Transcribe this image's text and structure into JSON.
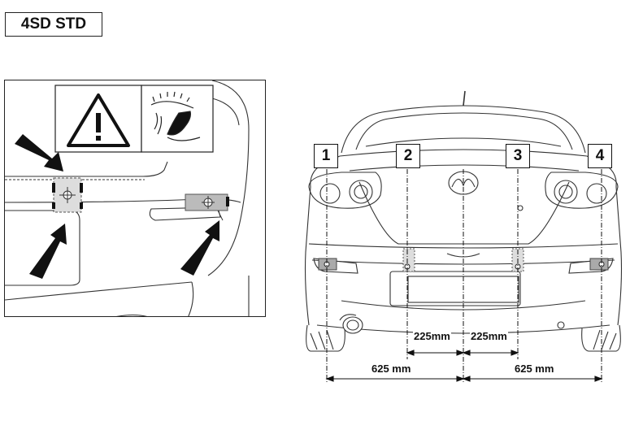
{
  "header": {
    "title": "4SD STD"
  },
  "points": [
    {
      "label": "1"
    },
    {
      "label": "2"
    },
    {
      "label": "3"
    },
    {
      "label": "4"
    }
  ],
  "dimensions": {
    "inner_left": "225mm",
    "inner_right": "225mm",
    "outer_left": "625 mm",
    "outer_right": "625 mm"
  },
  "icons": {
    "warning": "warning-triangle-icon",
    "caution": "hand-caution-icon"
  }
}
